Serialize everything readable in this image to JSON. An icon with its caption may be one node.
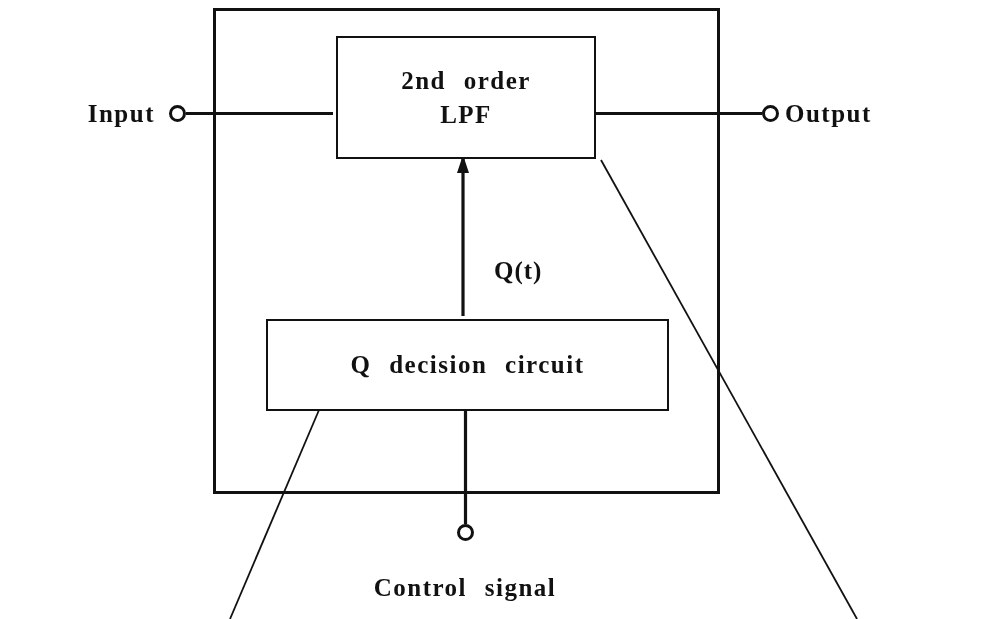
{
  "diagram": {
    "nodes": [
      {
        "text": [],
        "shape": "box"
      },
      {
        "text": [
          "2nd order LPF"
        ],
        "in": 0
      },
      {
        "text": [
          "Q decision circuit"
        ],
        "in": 0
      },
      {
        "text": [],
        "shape": "circle",
        "beside": [
          "Input"
        ]
      },
      {
        "text": [],
        "shape": "circle",
        "beside": [
          "Output"
        ]
      },
      {
        "text": [],
        "shape": "circle",
        "beside": [
          "Control signal"
        ]
      }
    ],
    "edges": [
      {
        "from": 3,
        "to": 1,
        "arrow": "none"
      },
      {
        "from": 1,
        "to": 4,
        "arrow": "none"
      },
      {
        "from": 2,
        "to": 1,
        "arrow": "to",
        "label": "Q(t)"
      },
      {
        "from": 5,
        "to": 2,
        "arrow": "none"
      },
      {
        "from": 2,
        "to": null,
        "arrow": "none"
      },
      {
        "from": 1,
        "to": null,
        "arrow": "none"
      }
    ]
  }
}
